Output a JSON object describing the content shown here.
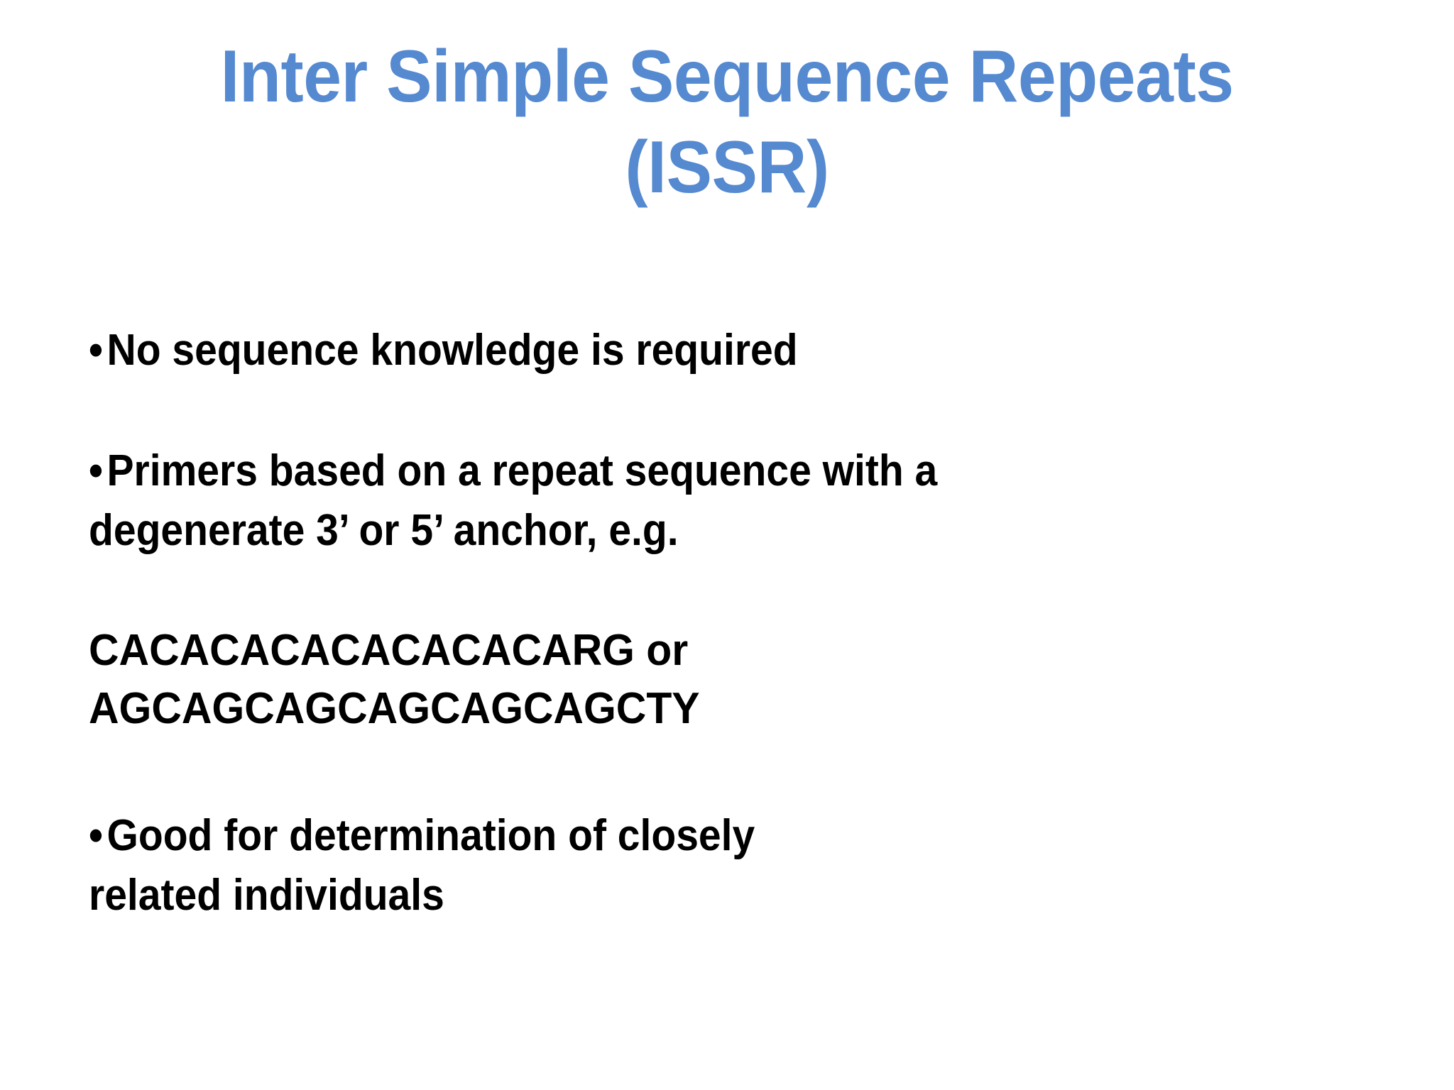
{
  "slide": {
    "background_color": "#ffffff",
    "title": {
      "color": "#5589d0",
      "line1": "Inter Simple Sequence Repeats",
      "line2": "(ISSR)",
      "full_text": "Inter Simple Sequence Repeats (ISSR)"
    },
    "body": {
      "text_color": "#000000",
      "bullet_glyph": "•",
      "blocks": [
        {
          "kind": "bullet",
          "lines": [
            "No sequence knowledge is required"
          ]
        },
        {
          "kind": "bullet",
          "lines": [
            "Primers based on a repeat sequence with a",
            "degenerate 3’ or 5’ anchor, e.g."
          ]
        },
        {
          "kind": "plain",
          "lines": [
            "CACACACACACACACARG or",
            "AGCAGCAGCAGCAGCAGCTY"
          ]
        },
        {
          "kind": "bullet",
          "lines": [
            "Good for determination of closely",
            "related individuals"
          ]
        }
      ]
    }
  }
}
